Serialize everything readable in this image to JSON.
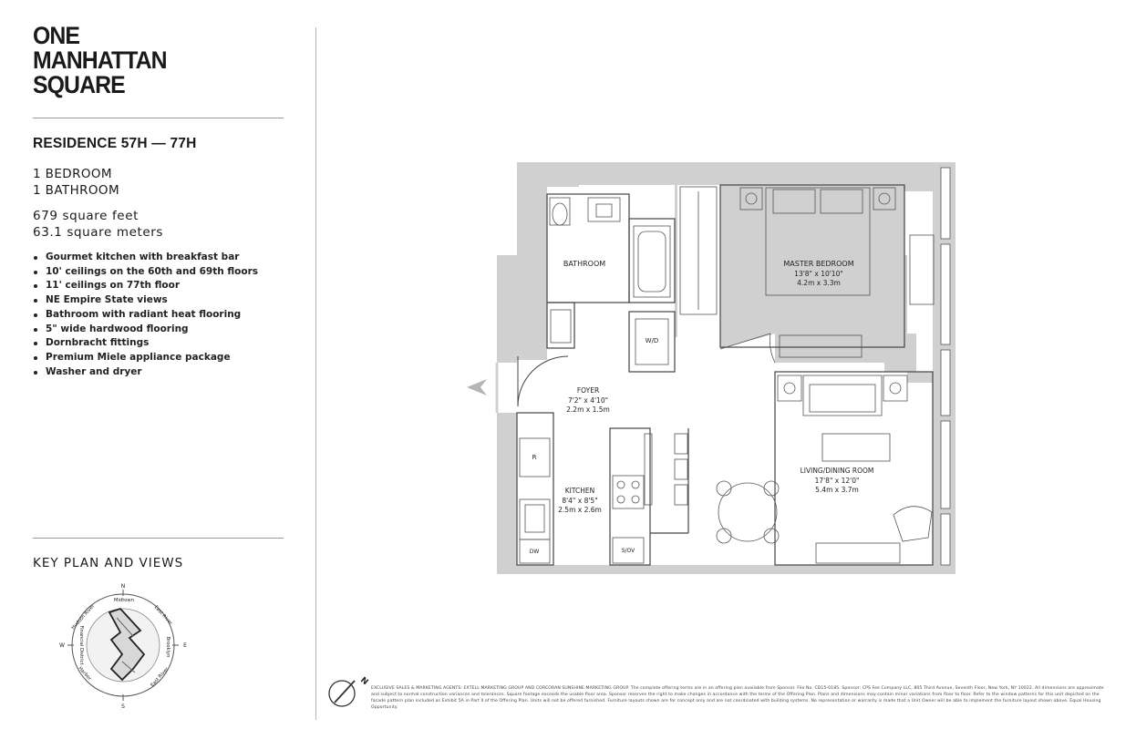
{
  "logo": {
    "lines": [
      "ONE",
      "MANHATTAN",
      "SQUARE"
    ]
  },
  "residence": {
    "title": "RESIDENCE 57H — 77H",
    "bedrooms": "1 BEDROOM",
    "bathrooms": "1 BATHROOM",
    "square_feet": "679 square feet",
    "square_meters": "63.1 square meters"
  },
  "features": [
    "Gourmet kitchen with breakfast bar",
    "10' ceilings on the 60th and 69th floors",
    "11' ceilings on 77th floor",
    "NE Empire State views",
    "Bathroom with radiant heat flooring",
    "5\" wide hardwood flooring",
    "Dornbracht fittings",
    "Premium Miele appliance package",
    "Washer and dryer"
  ],
  "key_plan": {
    "title": "KEY PLAN AND VIEWS",
    "compass": {
      "n": "N",
      "s": "S",
      "e": "E",
      "w": "W"
    },
    "views": [
      "Hudson River",
      "Midtown",
      "East River",
      "Brooklyn",
      "East River",
      "Harbor",
      "Financial District"
    ]
  },
  "plan": {
    "rooms": {
      "bathroom": "BATHROOM",
      "wd": "W/D",
      "master_bedroom": {
        "name": "MASTER BEDROOM",
        "dim_imperial": "13'8\" x 10'10\"",
        "dim_metric": "4.2m x 3.3m"
      },
      "foyer": {
        "name": "FOYER",
        "dim_imperial": "7'2\" x 4'10\"",
        "dim_metric": "2.2m x 1.5m"
      },
      "kitchen": {
        "name": "KITCHEN",
        "dim_imperial": "8'4\" x 8'5\"",
        "dim_metric": "2.5m x 2.6m"
      },
      "living": {
        "name": "LIVING/DINING ROOM",
        "dim_imperial": "17'8\" x 12'0\"",
        "dim_metric": "5.4m x 3.7m"
      },
      "fridge": "R",
      "dishwasher": "DW",
      "oven": "S/OV"
    },
    "north": "N"
  },
  "legal": {
    "text": "EXCLUSIVE SALES & MARKETING AGENTS: EXTELL MARKETING GROUP AND CORCORAN SUNSHINE MARKETING GROUP. The complete offering terms are in an offering plan available from Sponsor. File No. CD15-0185. Sponsor: CPS Fee Company LLC, 805 Third Avenue, Seventh Floor, New York, NY 10022. All dimensions are approximate and subject to normal construction variances and tolerances. Square footage exceeds the usable floor area. Sponsor reserves the right to make changes in accordance with the terms of the Offering Plan. Plans and dimensions may contain minor variations from floor to floor. Refer to the window patterns for this unit depicted on the facade pattern plan included as Exhibit 5A in Part II of the Offering Plan. Units will not be offered furnished. Furniture layouts shown are for concept only and are not coordinated with building systems. No representation or warranty is made that a Unit Owner will be able to implement the furniture layout shown above. Equal Housing Opportunity."
  }
}
